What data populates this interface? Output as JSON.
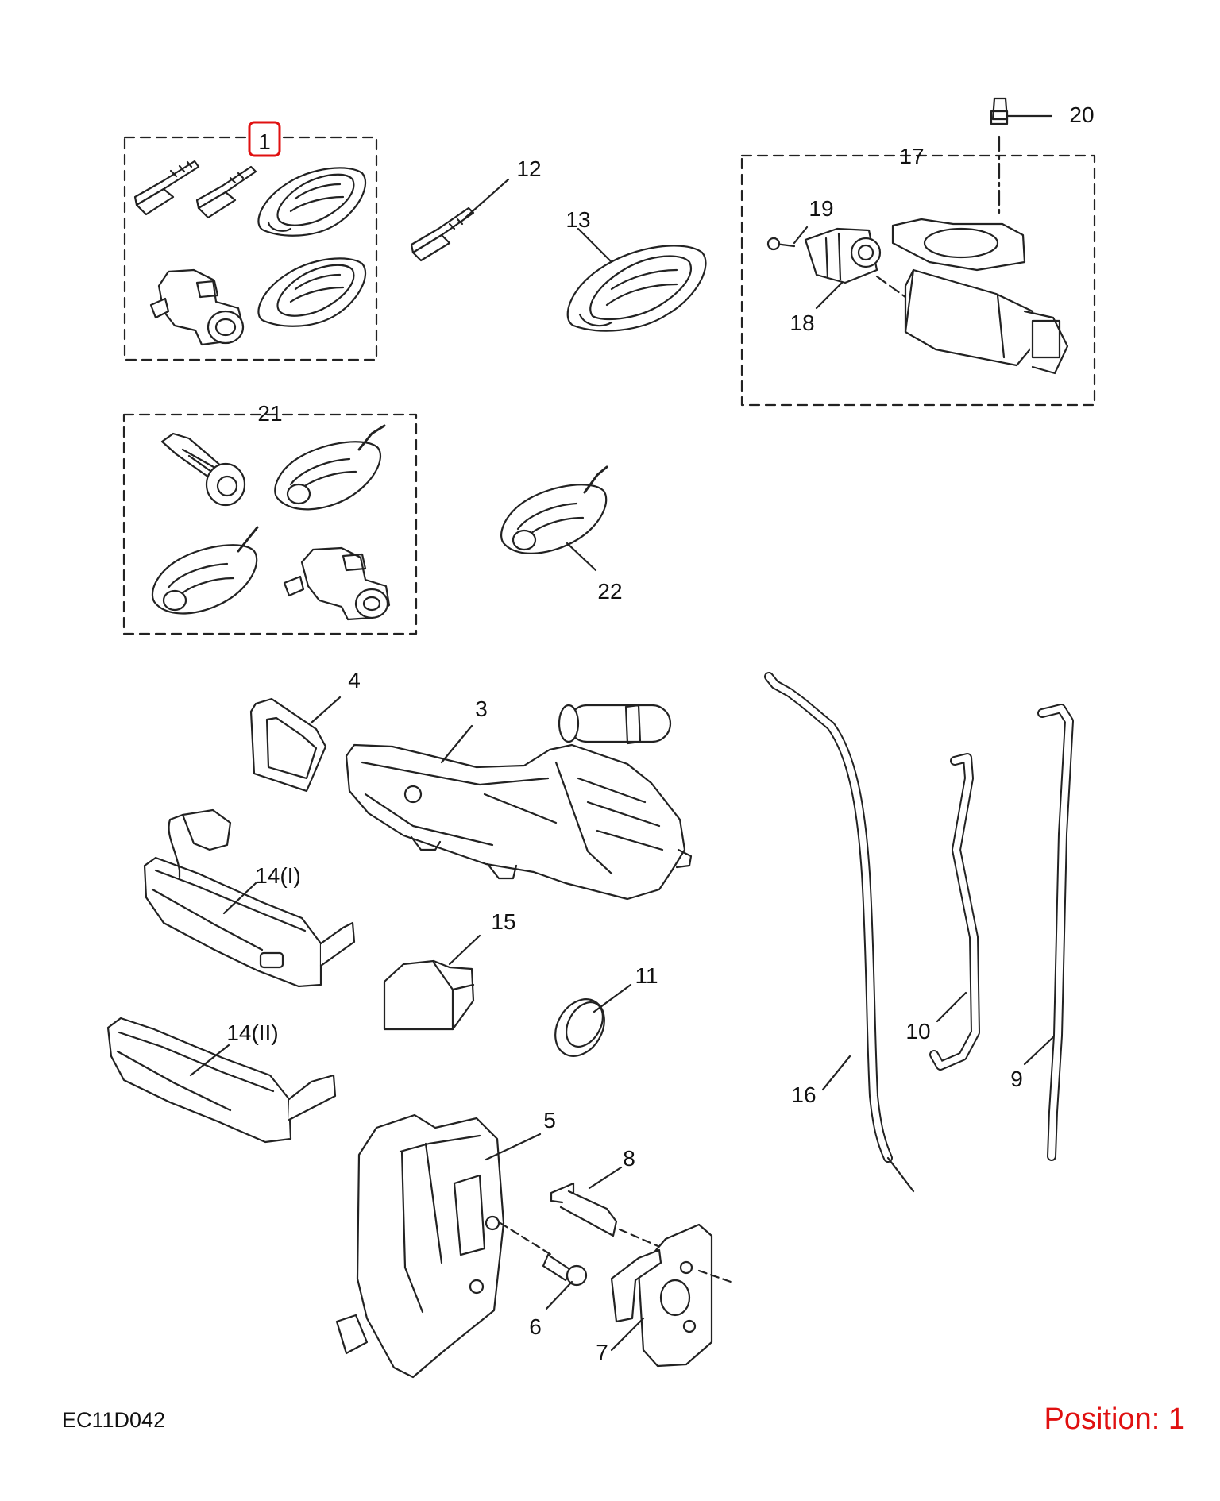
{
  "diagram": {
    "labels": [
      "1",
      "12",
      "13",
      "17",
      "18",
      "19",
      "20",
      "21",
      "22",
      "4",
      "3",
      "14(I)",
      "14(II)",
      "15",
      "11",
      "10",
      "9",
      "16",
      "5",
      "8",
      "6",
      "7"
    ],
    "highlight_color": "#e01010"
  },
  "footer": {
    "code": "EC11D042",
    "position_text": "Position: 1"
  }
}
